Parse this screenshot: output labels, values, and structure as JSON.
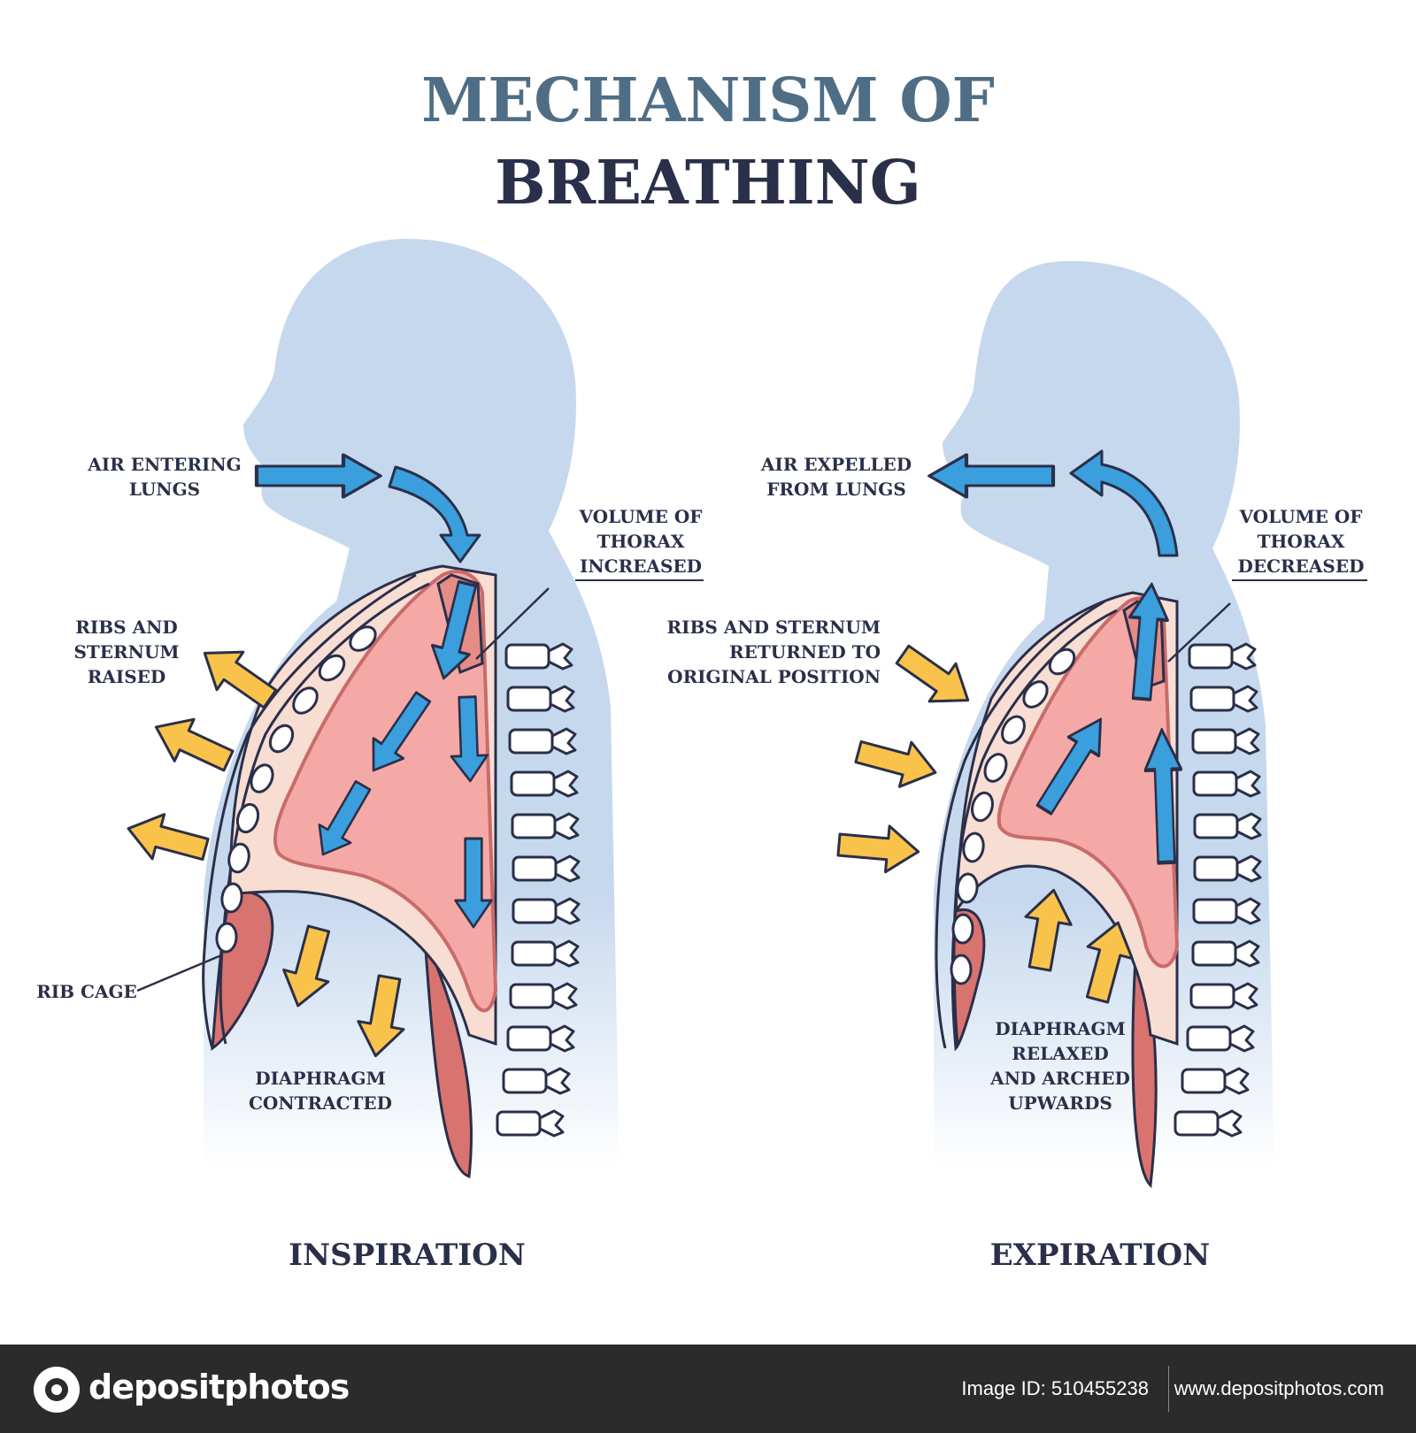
{
  "title": {
    "line1": "MECHANISM OF",
    "line2": "BREATHING"
  },
  "inspiration": {
    "caption": "INSPIRATION",
    "labels": {
      "air_line1": "AIR ENTERING",
      "air_line2": "LUNGS",
      "volume_line1": "VOLUME OF",
      "volume_line2": "THORAX",
      "volume_line3": "INCREASED",
      "ribs_line1": "RIBS AND",
      "ribs_line2": "STERNUM",
      "ribs_line3": "RAISED",
      "ribcage": "RIB CAGE",
      "diaphragm_line1": "DIAPHRAGM",
      "diaphragm_line2": "CONTRACTED"
    }
  },
  "expiration": {
    "caption": "EXPIRATION",
    "labels": {
      "air_line1": "AIR EXPELLED",
      "air_line2": "FROM LUNGS",
      "volume_line1": "VOLUME OF",
      "volume_line2": "THORAX",
      "volume_line3": "DECREASED",
      "ribs_line1": "RIBS AND STERNUM",
      "ribs_line2": "RETURNED TO",
      "ribs_line3": "ORIGINAL POSITION",
      "diaphragm_line1": "DIAPHRAGM",
      "diaphragm_line2": "RELAXED",
      "diaphragm_line3": "AND ARCHED",
      "diaphragm_line4": "UPWARDS"
    }
  },
  "footer": {
    "brand": "depositphotos",
    "image_id": "Image ID: 510455238",
    "site": "www.depositphotos.com"
  },
  "colors": {
    "silhouette": "#c6d8ee",
    "lung": "#f5a9a6",
    "lung_edge": "#c96b6b",
    "air_arrow": "#3a9fdc",
    "rib_arrow": "#f9c24a",
    "outline": "#2a2f4a",
    "tissue": "#f8ddd3"
  },
  "icons": [
    "blue-air-arrow-icon",
    "yellow-movement-arrow-icon",
    "vertebra-icon",
    "camera-logo-icon"
  ]
}
